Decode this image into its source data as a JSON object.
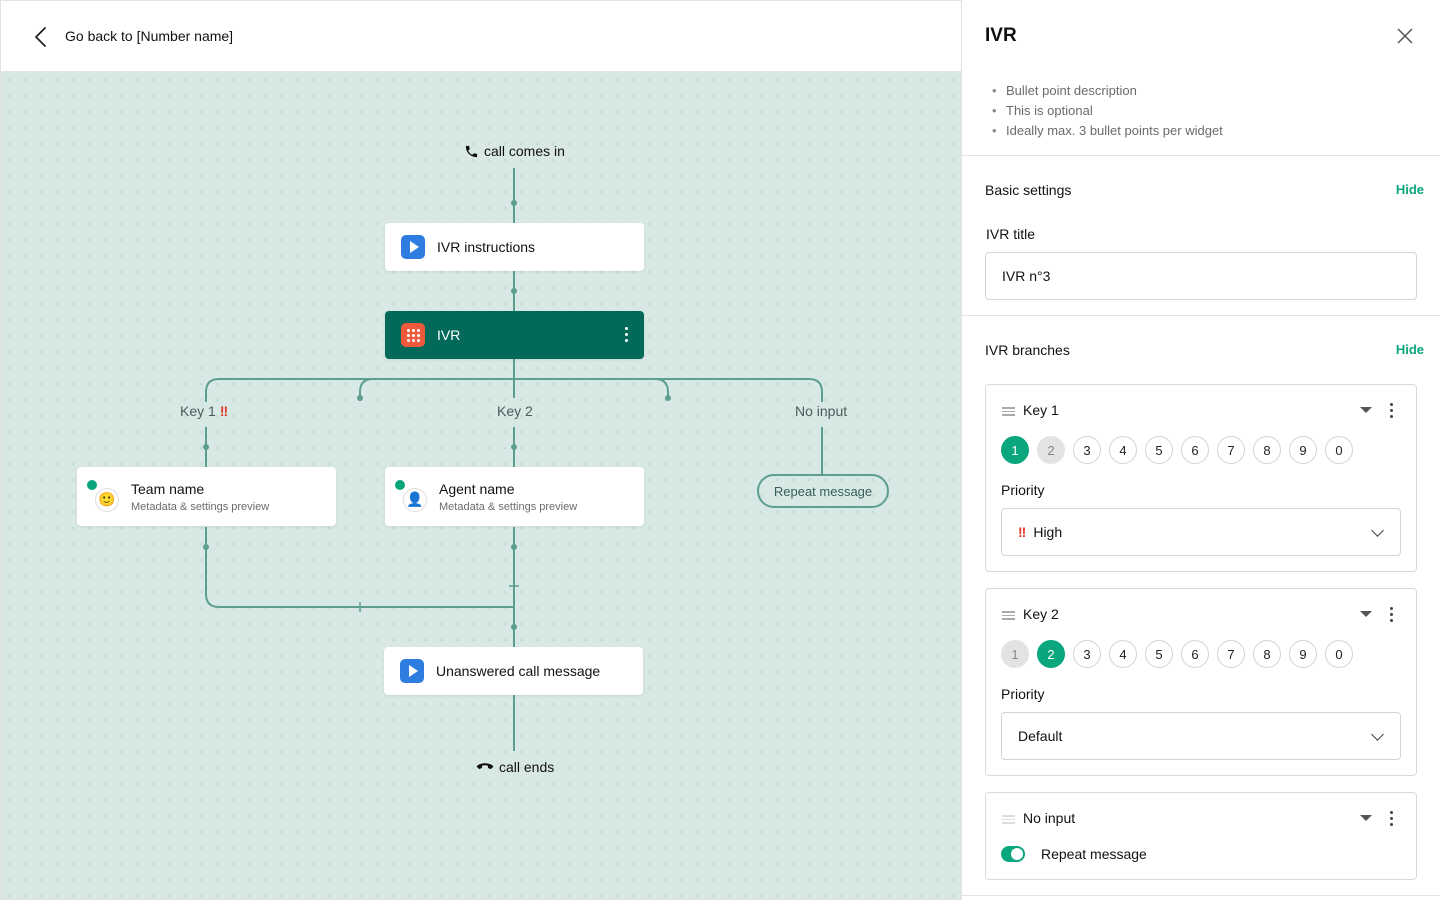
{
  "header": {
    "back_label": "Go back to [Number name]"
  },
  "flow": {
    "start_label": "call comes in",
    "end_label": "call ends",
    "nodes": {
      "ivr_instructions": "IVR instructions",
      "ivr": "IVR",
      "unanswered": "Unanswered call message"
    },
    "branches": {
      "key1": {
        "label": "Key 1",
        "priority": "!!"
      },
      "key2": {
        "label": "Key 2"
      },
      "no_input": {
        "label": "No input"
      }
    },
    "targets": {
      "team": {
        "name": "Team name",
        "sub": "Metadata & settings preview"
      },
      "agent": {
        "name": "Agent name",
        "sub": "Metadata & settings preview"
      },
      "repeat": "Repeat message"
    }
  },
  "panel": {
    "title": "IVR",
    "bullets": [
      "Bullet point description",
      "This is optional",
      "Ideally max. 3 bullet points per widget"
    ],
    "basic_settings": {
      "title": "Basic settings",
      "hide": "Hide",
      "ivr_title_label": "IVR title",
      "ivr_title_value": "IVR n°3"
    },
    "branches": {
      "title": "IVR branches",
      "hide": "Hide",
      "key1": {
        "title": "Key 1",
        "keys": [
          "1",
          "2",
          "3",
          "4",
          "5",
          "6",
          "7",
          "8",
          "9",
          "0"
        ],
        "selected": "1",
        "disabled": [
          "2"
        ],
        "priority_label": "Priority",
        "priority_value": "High",
        "priority_mark": "!!"
      },
      "key2": {
        "title": "Key 2",
        "keys": [
          "1",
          "2",
          "3",
          "4",
          "5",
          "6",
          "7",
          "8",
          "9",
          "0"
        ],
        "selected": "2",
        "disabled": [
          "1"
        ],
        "priority_label": "Priority",
        "priority_value": "Default"
      },
      "no_input": {
        "title": "No input",
        "toggle_label": "Repeat message",
        "toggle_on": true
      }
    }
  },
  "colors": {
    "accent": "#0aa67e",
    "ivr_node": "#036a5a",
    "priority_high": "#e03b2e",
    "play_icon": "#2f7de1",
    "canvas_bg": "#d8e8e5",
    "flow_line": "#5c9f91"
  }
}
